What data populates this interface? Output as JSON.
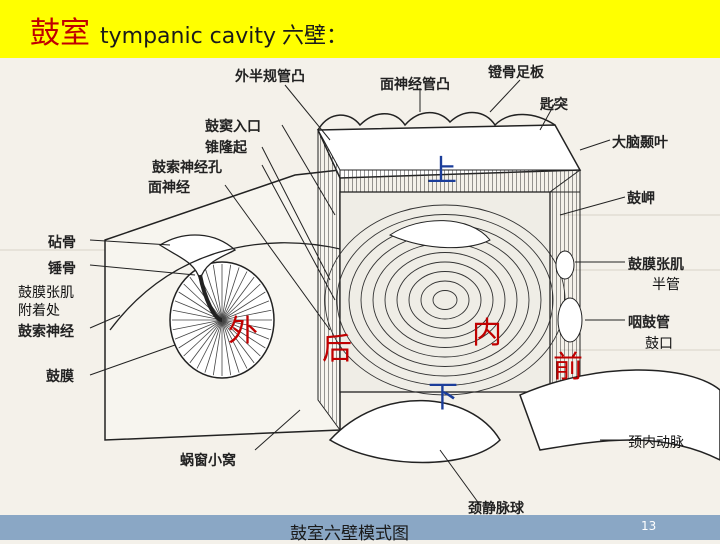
{
  "title": {
    "main": "鼓室",
    "en": "tympanic cavity",
    "sub": "六壁："
  },
  "labels": {
    "waibanguiguantu": "外半规管凸",
    "mianshenjingguantu": "面神经管凸",
    "denggu": "镫骨足板",
    "ruoutu": "匙突",
    "gudourukou": "鼓窦入口",
    "zhuilongqi": "锥隆起",
    "gusuoshenjingkong": "鼓索神经孔",
    "mianshenjing": "面神经",
    "danaonie": "大脑颞叶",
    "gujia": "鼓岬",
    "zhengu": "砧骨",
    "chuigu": "锤骨",
    "gumozhangji_attach": "鼓膜张肌\n附着处",
    "gusuoshenjing": "鼓索神经",
    "gumo": "鼓膜",
    "gumozhangji": "鼓膜张肌",
    "banguan": "半管",
    "yangu": "咽鼓管",
    "gukou": "鼓口",
    "jingneidongmai": "颈内动脉",
    "wochuangxiaowo": "蜗窗小窝",
    "jingjingmaiqiu": "颈静脉球"
  },
  "directions": {
    "up": "上",
    "outer": "外",
    "back": "后",
    "inner": "内",
    "front": "前",
    "down": "下"
  },
  "caption": "鼓室六壁模式图",
  "page_number": "13",
  "colors": {
    "top_bar": "#ffff00",
    "bottom_bar": "#8aa7c5",
    "direction_red": "#c00000",
    "direction_blue": "#1b3d9a"
  }
}
